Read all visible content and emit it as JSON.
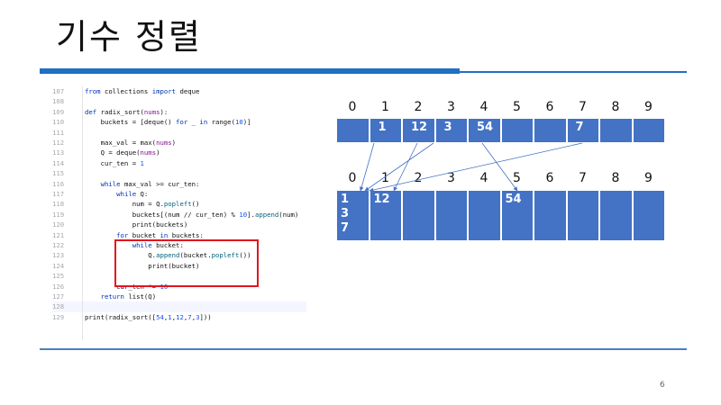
{
  "slide": {
    "title": "기수 정렬",
    "page_number": "6"
  },
  "code": {
    "lines": [
      {
        "n": "107",
        "text": "from collections import deque"
      },
      {
        "n": "108",
        "text": ""
      },
      {
        "n": "109",
        "text": "def radix_sort(nums):"
      },
      {
        "n": "110",
        "text": "    buckets = [deque() for _ in range(10)]"
      },
      {
        "n": "111",
        "text": ""
      },
      {
        "n": "112",
        "text": "    max_val = max(nums)"
      },
      {
        "n": "113",
        "text": "    Q = deque(nums)"
      },
      {
        "n": "114",
        "text": "    cur_ten = 1"
      },
      {
        "n": "115",
        "text": ""
      },
      {
        "n": "116",
        "text": "    while max_val >= cur_ten:"
      },
      {
        "n": "117",
        "text": "        while Q:"
      },
      {
        "n": "118",
        "text": "            num = Q.popleft()"
      },
      {
        "n": "119",
        "text": "            buckets[(num // cur_ten) % 10].append(num)"
      },
      {
        "n": "120",
        "text": "            print(buckets)"
      },
      {
        "n": "121",
        "text": "        for bucket in buckets:"
      },
      {
        "n": "122",
        "text": "            while bucket:"
      },
      {
        "n": "123",
        "text": "                Q.append(bucket.popleft())"
      },
      {
        "n": "124",
        "text": "                print(bucket)"
      },
      {
        "n": "125",
        "text": ""
      },
      {
        "n": "126",
        "text": "        cur_ten *= 10"
      },
      {
        "n": "127",
        "text": "    return list(Q)"
      },
      {
        "n": "128",
        "text": ""
      },
      {
        "n": "129",
        "text": "print(radix_sort([54,1,12,7,3]))"
      }
    ]
  },
  "diagram": {
    "indices": [
      "0",
      "1",
      "2",
      "3",
      "4",
      "5",
      "6",
      "7",
      "8",
      "9"
    ],
    "top_row": [
      "",
      "1",
      "12",
      "3",
      "54",
      "",
      "",
      "7",
      "",
      ""
    ],
    "bottom_row": [
      [
        "1",
        "3",
        "7"
      ],
      [
        "12"
      ],
      [],
      [],
      [],
      [
        "54"
      ],
      [],
      [],
      [],
      []
    ]
  },
  "colors": {
    "accent": "#1f6fc3",
    "cell": "#4472c4",
    "highlight": "#e0161f"
  }
}
